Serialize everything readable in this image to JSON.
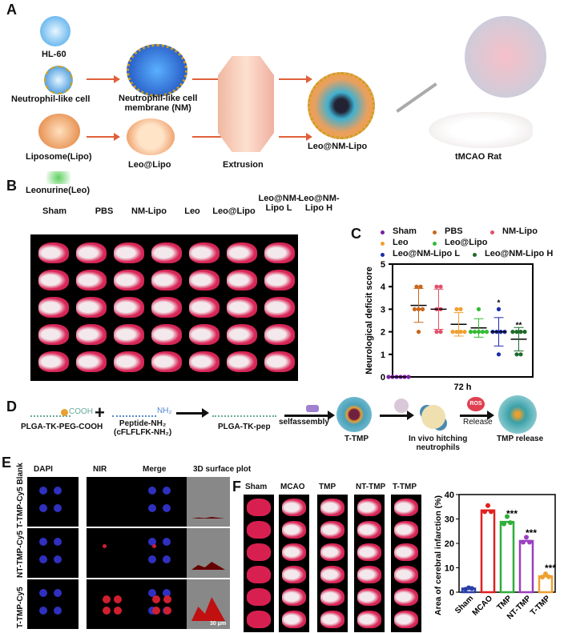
{
  "panels": {
    "a": "A",
    "b": "B",
    "c": "C",
    "d": "D",
    "e": "E",
    "f": "F"
  },
  "panel_a": {
    "hl60": "HL-60",
    "neutrophil_like_cell": "Neutrophil-like cell",
    "membrane_line1": "Neutrophil-like cell",
    "membrane_line2": "membrane (NM)",
    "liposome": "Liposome(Lipo)",
    "leonurine": "Leonurine(Leo)",
    "leo_lipo": "Leo@Lipo",
    "extrusion": "Extrusion",
    "leo_nm_lipo": "Leo@NM-Lipo",
    "rat": "tMCAO Rat"
  },
  "panel_b": {
    "columns": [
      "Sham",
      "PBS",
      "NM-Lipo",
      "Leo",
      "Leo@Lipo",
      "Leo@NM-\nLipo L",
      "Leo@NM-\nLipo H"
    ]
  },
  "colors": {
    "Sham": "#7b1fa2",
    "PBS": "#c8661a",
    "NM-Lipo": "#e0506a",
    "Leo": "#f0a030",
    "Leo@Lipo": "#33bb33",
    "Leo@NM-Lipo L": "#1a2ea8",
    "Leo@NM-Lipo H": "#1e6b2a"
  },
  "chart_data": [
    {
      "type": "scatter",
      "ylabel": "Neurological deficit score",
      "xlabel": "72 h",
      "ylim": [
        0,
        5
      ],
      "yticks": [
        "0",
        "1",
        "2",
        "3",
        "4",
        "5"
      ],
      "legend": "top",
      "series": [
        {
          "name": "Sham",
          "values": [
            0,
            0,
            0,
            0,
            0,
            0
          ],
          "mean": 0,
          "sd": 0,
          "sig": ""
        },
        {
          "name": "PBS",
          "values": [
            4,
            4,
            3,
            3,
            3,
            2
          ],
          "mean": 3.17,
          "sd": 0.75,
          "sig": ""
        },
        {
          "name": "NM-Lipo",
          "values": [
            4,
            4,
            3,
            3,
            2,
            2
          ],
          "mean": 3.0,
          "sd": 0.89,
          "sig": ""
        },
        {
          "name": "Leo",
          "values": [
            3,
            3,
            2,
            2,
            2,
            2
          ],
          "mean": 2.33,
          "sd": 0.52,
          "sig": ""
        },
        {
          "name": "Leo@Lipo",
          "values": [
            3,
            2,
            2,
            2,
            2,
            2
          ],
          "mean": 2.17,
          "sd": 0.41,
          "sig": ""
        },
        {
          "name": "Leo@NM-Lipo L",
          "values": [
            3,
            2,
            2,
            2,
            2,
            1
          ],
          "mean": 2.0,
          "sd": 0.63,
          "sig": "*"
        },
        {
          "name": "Leo@NM-Lipo H",
          "values": [
            2,
            2,
            2,
            2,
            1,
            1
          ],
          "mean": 1.67,
          "sd": 0.52,
          "sig": "**"
        }
      ]
    },
    {
      "type": "bar",
      "ylabel": "Area of cerebral infarction (%)",
      "categories": [
        "Sham",
        "MCAO",
        "TMP",
        "NT-TMP",
        "T-TMP"
      ],
      "values": [
        1.5,
        33.5,
        28.8,
        21.0,
        6.5
      ],
      "points": [
        [
          1.2,
          1.8,
          1.5
        ],
        [
          33,
          35.5,
          33
        ],
        [
          28,
          31,
          28.5
        ],
        [
          20.5,
          22.5,
          20.5
        ],
        [
          6.2,
          7.5,
          6.3
        ]
      ],
      "sig": [
        "",
        "",
        "***",
        "***",
        "***"
      ],
      "colors": [
        "#2a3fa8",
        "#e02020",
        "#2fae3a",
        "#9b3fc0",
        "#f0a030"
      ],
      "ylim": [
        0,
        40
      ],
      "yticks": [
        "0",
        "10",
        "20",
        "30",
        "40"
      ]
    }
  ],
  "panel_d": {
    "cooh": "COOH",
    "nh2": "NH₂",
    "plga_tk_peg_cooh": "PLGA-TK-PEG-COOH",
    "peptide_line1": "Peptide-NH₂",
    "peptide_line2": "(cFLFLFK-NH₂)",
    "plga_tk_pep": "PLGA-TK-pep",
    "selfassembly": "selfassembly",
    "t_tmp": "T-TMP",
    "hitching_line1": "In vivo hitching",
    "hitching_line2": "neutrophils",
    "ros": "ROS",
    "release": "Release",
    "tmp_release": "TMP release"
  },
  "panel_e": {
    "columns": [
      "DAPI",
      "NIR",
      "Merge",
      "3D surface plot"
    ],
    "rows": [
      "Blank",
      "NT-TMP-Cy5",
      "T-TMP-Cy5"
    ],
    "row_label_top": "T-TMP-Cy5 Blank",
    "row_label_bottom": "T-TMP-Cy5",
    "scale": "30 μm"
  },
  "panel_f": {
    "columns": [
      "Sham",
      "MCAO",
      "TMP",
      "NT-TMP",
      "T-TMP"
    ]
  }
}
